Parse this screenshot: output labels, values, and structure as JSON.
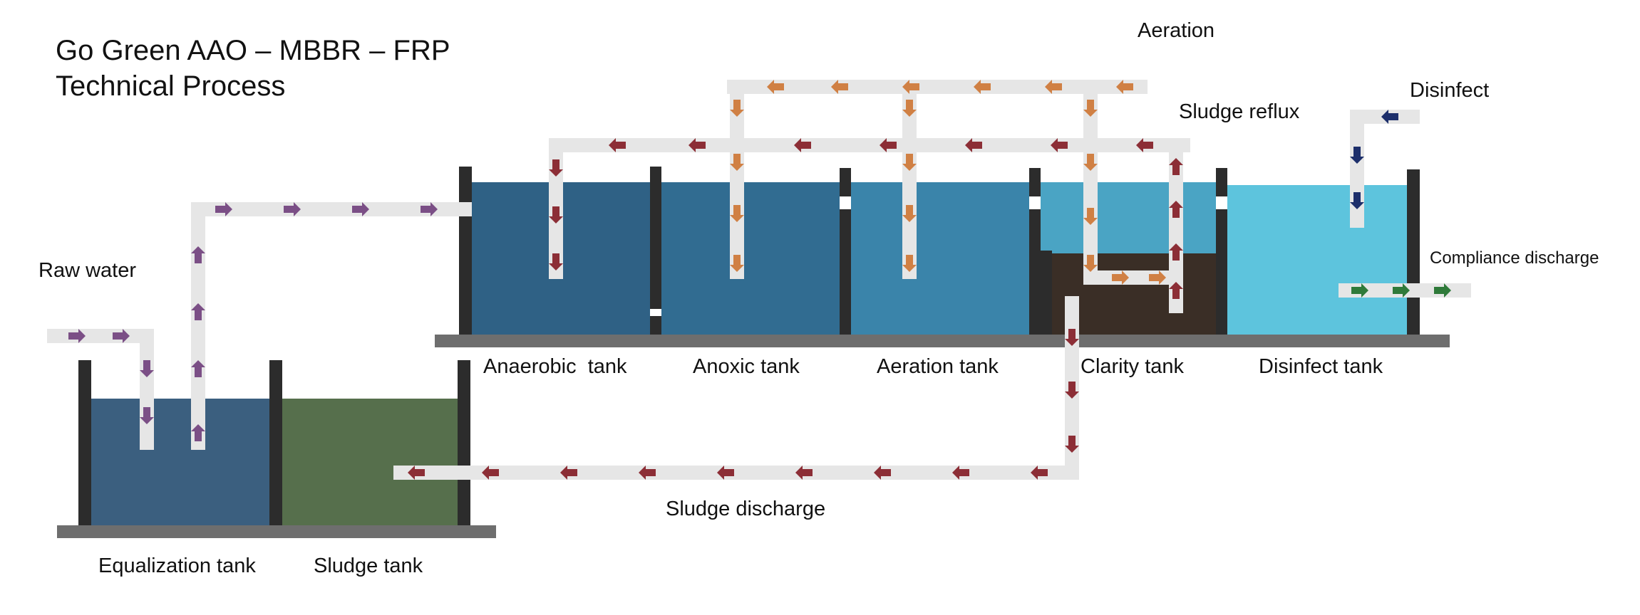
{
  "title": {
    "line1": "Go Green AAO – MBBR – FRP",
    "line2": "Technical Process"
  },
  "flow_labels": {
    "aeration": "Aeration",
    "sludge_reflux": "Sludge reflux",
    "disinfect": "Disinfect",
    "raw_water": "Raw water",
    "compliance_discharge": "Compliance discharge",
    "sludge_discharge": "Sludge discharge"
  },
  "tanks": {
    "anaerobic": "Anaerobic  tank",
    "anoxic": "Anoxic tank",
    "aeration": "Aeration tank",
    "clarity": "Clarity tank",
    "disinfect": "Disinfect tank",
    "equalization": "Equalization tank",
    "sludge": "Sludge tank"
  },
  "colors": {
    "pipe": "#e6e6e6",
    "wall": "#2c2c2c",
    "base": "#6e6e6e",
    "anaerobic_water": "#2f6185",
    "anoxic_water": "#316c91",
    "aeration_water": "#3a84aa",
    "clarity_water": "#4aa4c4",
    "clarity_sludge": "#3a2e26",
    "disinfect_water": "#5dc4dd",
    "equalization_water": "#3b5f7f",
    "sludge_water": "#566f4c",
    "arrow_raw": "#7b4f86",
    "arrow_aeration": "#d08044",
    "arrow_reflux": "#8c2e36",
    "arrow_disinfect": "#1d2f6b",
    "arrow_compliance": "#2f7a3a"
  }
}
